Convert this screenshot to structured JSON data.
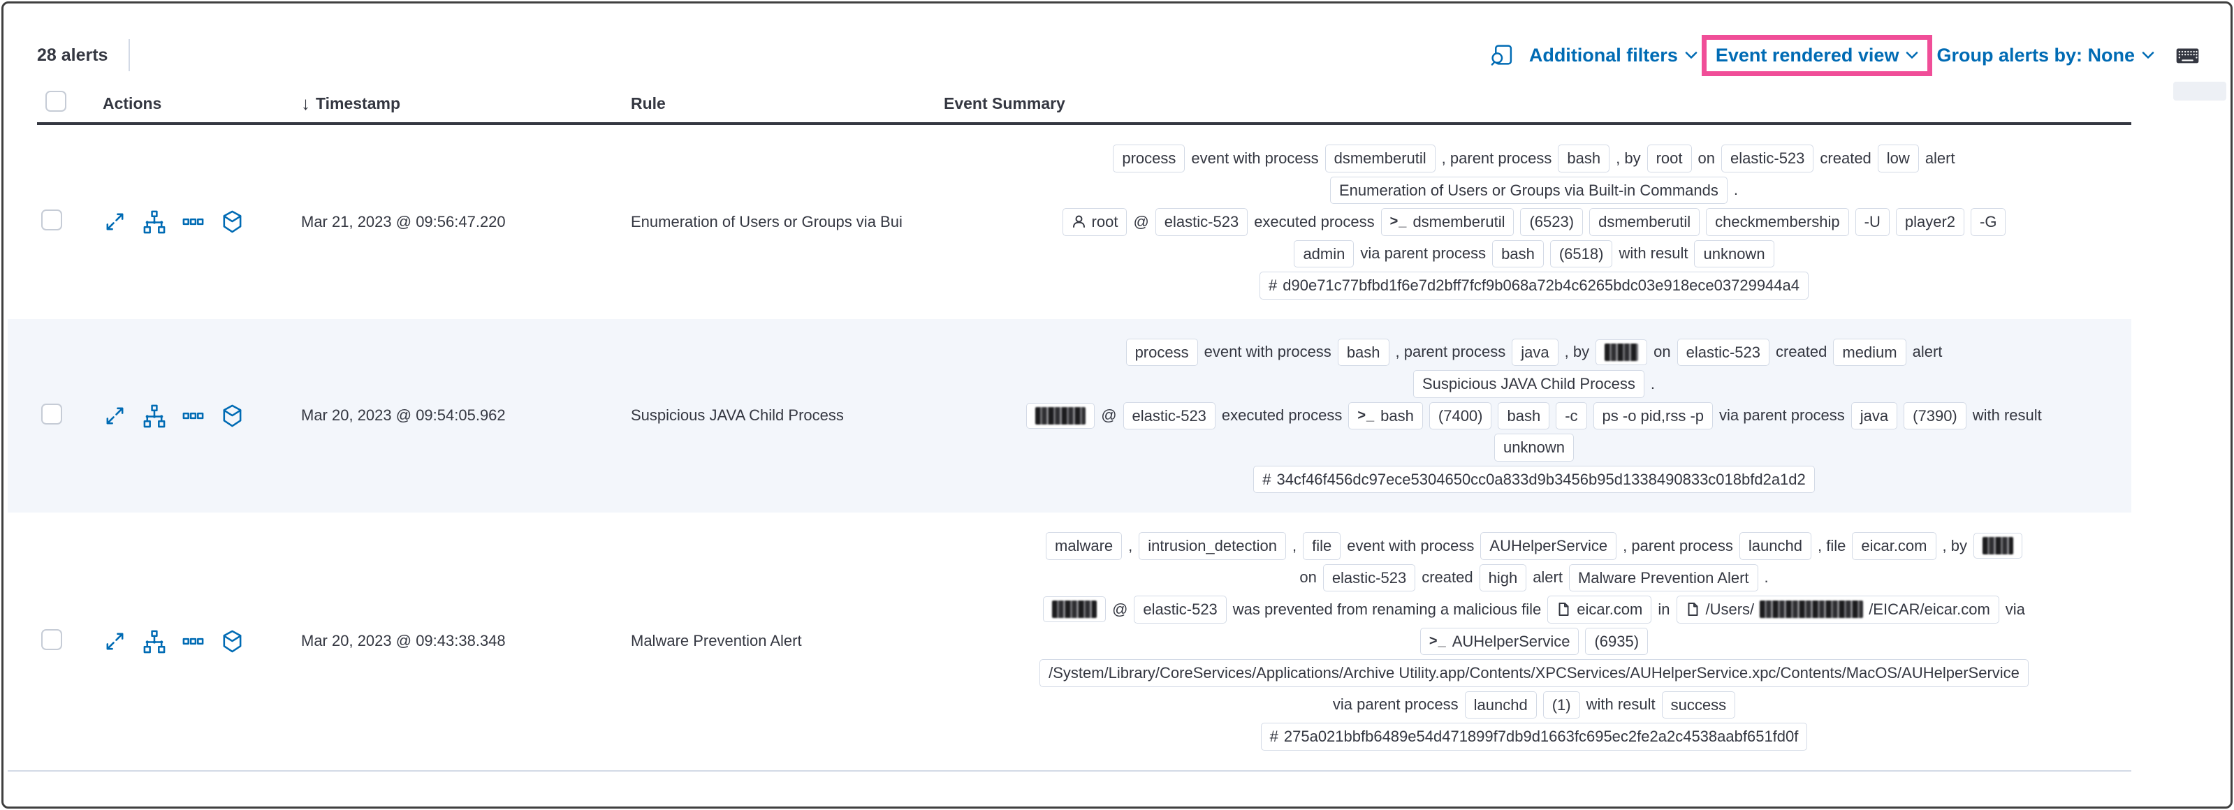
{
  "toolbar": {
    "alert_count": "28 alerts",
    "additional_filters_label": "Additional filters",
    "view_selector_label": "Event rendered view",
    "group_by_label": "Group alerts by: None"
  },
  "header": {
    "actions": "Actions",
    "timestamp": "Timestamp",
    "sort_arrow": "↓",
    "rule": "Rule",
    "event_summary": "Event Summary"
  },
  "colors": {
    "accent_blue": "#006bb4",
    "highlight_pink": "#f04e98",
    "text": "#343741",
    "badge_border": "#d3dae6",
    "alt_row_bg": "#f3f6fb",
    "header_rule": "#343741"
  },
  "icons": {
    "toolbar": [
      "inspect-icon",
      "chevron-down-icon",
      "keyboard-icon"
    ],
    "row_actions": [
      "expand-alert-icon",
      "analyzer-icon",
      "more-actions-icon",
      "session-view-icon"
    ],
    "badge": [
      "user-icon",
      "terminal-icon",
      "file-icon",
      "hash-icon"
    ]
  },
  "table": {
    "rows": [
      {
        "timestamp": "Mar 21, 2023 @ 09:56:47.220",
        "rule": "Enumeration of Users or Groups via Bui",
        "summary_lines": [
          [
            {
              "t": "badge",
              "v": "process"
            },
            {
              "t": "text",
              "v": "event with process"
            },
            {
              "t": "badge",
              "v": "dsmemberutil"
            },
            {
              "t": "text",
              "v": ", parent process"
            },
            {
              "t": "badge",
              "v": "bash"
            },
            {
              "t": "text",
              "v": ", by"
            },
            {
              "t": "badge",
              "v": "root"
            },
            {
              "t": "text",
              "v": "on"
            },
            {
              "t": "badge",
              "v": "elastic-523"
            },
            {
              "t": "text",
              "v": "created"
            },
            {
              "t": "badge",
              "v": "low"
            },
            {
              "t": "text",
              "v": "alert"
            }
          ],
          [
            {
              "t": "badge",
              "v": "Enumeration of Users or Groups via Built-in Commands"
            },
            {
              "t": "text",
              "v": "."
            }
          ],
          [
            {
              "t": "badge",
              "icon": "user",
              "v": "root"
            },
            {
              "t": "text",
              "v": "@"
            },
            {
              "t": "badge",
              "v": "elastic-523"
            },
            {
              "t": "text",
              "v": "executed process"
            },
            {
              "t": "badge",
              "icon": "terminal",
              "v": "dsmemberutil"
            },
            {
              "t": "badge",
              "v": "(6523)"
            },
            {
              "t": "badge",
              "v": "dsmemberutil"
            },
            {
              "t": "badge",
              "v": "checkmembership"
            },
            {
              "t": "badge",
              "v": "-U"
            },
            {
              "t": "badge",
              "v": "player2"
            },
            {
              "t": "badge",
              "v": "-G"
            }
          ],
          [
            {
              "t": "badge",
              "v": "admin"
            },
            {
              "t": "text",
              "v": "via parent process"
            },
            {
              "t": "badge",
              "v": "bash"
            },
            {
              "t": "badge",
              "v": "(6518)"
            },
            {
              "t": "text",
              "v": "with result"
            },
            {
              "t": "badge",
              "v": "unknown"
            }
          ],
          [
            {
              "t": "badge",
              "icon": "hash",
              "v": "d90e71c77bfbd1f6e7d2bff7fcf9b068a72b4c6265bdc03e918ece03729944a4"
            }
          ]
        ]
      },
      {
        "timestamp": "Mar 20, 2023 @ 09:54:05.962",
        "rule": "Suspicious JAVA Child Process",
        "summary_lines": [
          [
            {
              "t": "badge",
              "v": "process"
            },
            {
              "t": "text",
              "v": "event with process"
            },
            {
              "t": "badge",
              "v": "bash"
            },
            {
              "t": "text",
              "v": ", parent process"
            },
            {
              "t": "badge",
              "v": "java"
            },
            {
              "t": "text",
              "v": ", by"
            },
            {
              "t": "badge",
              "redacted": true,
              "w": 48
            },
            {
              "t": "text",
              "v": "on"
            },
            {
              "t": "badge",
              "v": "elastic-523"
            },
            {
              "t": "text",
              "v": "created"
            },
            {
              "t": "badge",
              "v": "medium"
            },
            {
              "t": "text",
              "v": "alert"
            }
          ],
          [
            {
              "t": "badge",
              "v": "Suspicious JAVA Child Process"
            },
            {
              "t": "text",
              "v": "."
            }
          ],
          [
            {
              "t": "badge",
              "redacted": true,
              "w": 72
            },
            {
              "t": "text",
              "v": "@"
            },
            {
              "t": "badge",
              "v": "elastic-523"
            },
            {
              "t": "text",
              "v": "executed process"
            },
            {
              "t": "badge",
              "icon": "terminal",
              "v": "bash"
            },
            {
              "t": "badge",
              "v": "(7400)"
            },
            {
              "t": "badge",
              "v": "bash"
            },
            {
              "t": "badge",
              "v": "-c"
            },
            {
              "t": "badge",
              "v": "ps -o pid,rss -p"
            },
            {
              "t": "text",
              "v": "via parent process"
            },
            {
              "t": "badge",
              "v": "java"
            },
            {
              "t": "badge",
              "v": "(7390)"
            },
            {
              "t": "text",
              "v": "with result"
            }
          ],
          [
            {
              "t": "badge",
              "v": "unknown"
            }
          ],
          [
            {
              "t": "badge",
              "icon": "hash",
              "v": "34cf46f456dc97ece5304650cc0a833d9b3456b95d1338490833c018bfd2a1d2"
            }
          ]
        ]
      },
      {
        "timestamp": "Mar 20, 2023 @ 09:43:38.348",
        "rule": "Malware Prevention Alert",
        "summary_lines": [
          [
            {
              "t": "badge",
              "v": "malware"
            },
            {
              "t": "text",
              "v": ","
            },
            {
              "t": "badge",
              "v": "intrusion_detection"
            },
            {
              "t": "text",
              "v": ","
            },
            {
              "t": "badge",
              "v": "file"
            },
            {
              "t": "text",
              "v": "event with process"
            },
            {
              "t": "badge",
              "v": "AUHelperService"
            },
            {
              "t": "text",
              "v": ", parent process"
            },
            {
              "t": "badge",
              "v": "launchd"
            },
            {
              "t": "text",
              "v": ", file"
            },
            {
              "t": "badge",
              "v": "eicar.com"
            },
            {
              "t": "text",
              "v": ", by"
            },
            {
              "t": "badge",
              "redacted": true,
              "w": 44
            }
          ],
          [
            {
              "t": "text",
              "v": "on"
            },
            {
              "t": "badge",
              "v": "elastic-523"
            },
            {
              "t": "text",
              "v": "created"
            },
            {
              "t": "badge",
              "v": "high"
            },
            {
              "t": "text",
              "v": "alert"
            },
            {
              "t": "badge",
              "v": "Malware Prevention Alert"
            },
            {
              "t": "text",
              "v": "."
            }
          ],
          [
            {
              "t": "badge",
              "redacted": true,
              "w": 64
            },
            {
              "t": "text",
              "v": "@"
            },
            {
              "t": "badge",
              "v": "elastic-523"
            },
            {
              "t": "text",
              "v": "was prevented from renaming a malicious file"
            },
            {
              "t": "badge",
              "icon": "file",
              "v": "eicar.com"
            },
            {
              "t": "text",
              "v": "in"
            },
            {
              "t": "badge",
              "icon": "file",
              "parts": [
                {
                  "v": "/Users/"
                },
                {
                  "redacted": true,
                  "w": 148
                },
                {
                  "v": "/EICAR/eicar.com"
                }
              ]
            },
            {
              "t": "text",
              "v": "via"
            }
          ],
          [
            {
              "t": "badge",
              "icon": "terminal",
              "v": "AUHelperService"
            },
            {
              "t": "badge",
              "v": "(6935)"
            }
          ],
          [
            {
              "t": "badge",
              "v": "/System/Library/CoreServices/Applications/Archive Utility.app/Contents/XPCServices/AUHelperService.xpc/Contents/MacOS/AUHelperService"
            }
          ],
          [
            {
              "t": "text",
              "v": "via parent process"
            },
            {
              "t": "badge",
              "v": "launchd"
            },
            {
              "t": "badge",
              "v": "(1)"
            },
            {
              "t": "text",
              "v": "with result"
            },
            {
              "t": "badge",
              "v": "success"
            }
          ],
          [
            {
              "t": "badge",
              "icon": "hash",
              "v": "275a021bbfb6489e54d471899f7db9d1663fc695ec2fe2a2c4538aabf651fd0f"
            }
          ]
        ]
      }
    ]
  }
}
